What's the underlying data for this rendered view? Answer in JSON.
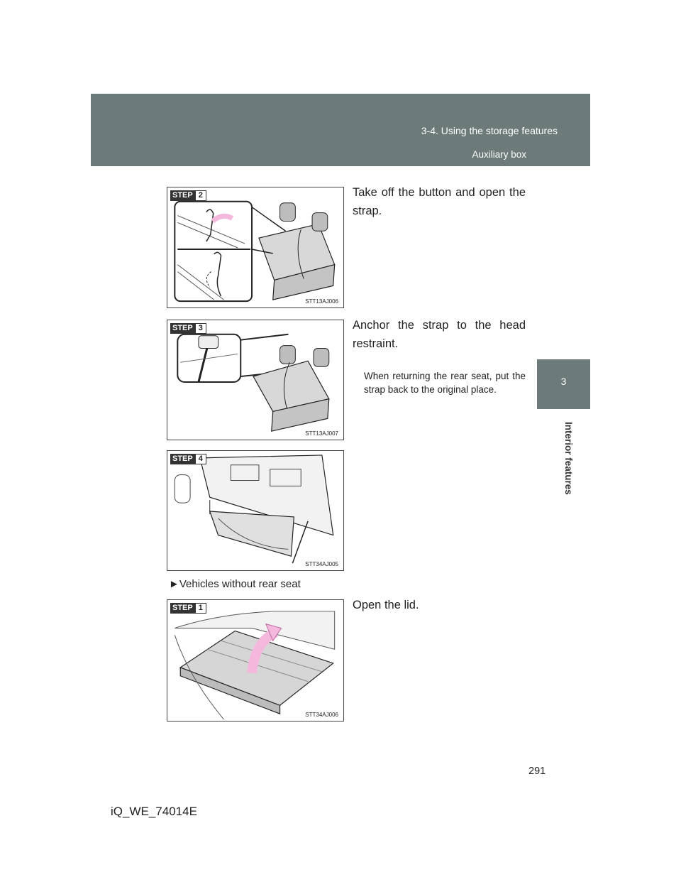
{
  "header": {
    "section": "3-4. Using the storage features",
    "subsection": "Auxiliary box"
  },
  "side_tab": {
    "chapter_number": "3",
    "chapter_title": "Interior features"
  },
  "figures": [
    {
      "step_label": "STEP",
      "step_number": "2",
      "code": "STT13AJ006"
    },
    {
      "step_label": "STEP",
      "step_number": "3",
      "code": "STT13AJ007"
    },
    {
      "step_label": "STEP",
      "step_number": "4",
      "code": "STT34AJ005"
    },
    {
      "step_label": "STEP",
      "step_number": "1",
      "code": "STT34AJ006"
    }
  ],
  "instructions": {
    "step2": "Take off the button and open the strap.",
    "step3": "Anchor the strap to the head restraint.",
    "step3_note": "When returning the rear seat, put the strap back to the original place.",
    "step1b": "Open the lid."
  },
  "bullet": {
    "marker": "►",
    "text": "Vehicles without rear seat"
  },
  "page_number": "291",
  "footer_code": "iQ_WE_74014E",
  "colors": {
    "header_bg": "#6c7b7a",
    "arrow_pink": "#f4b8dd"
  }
}
